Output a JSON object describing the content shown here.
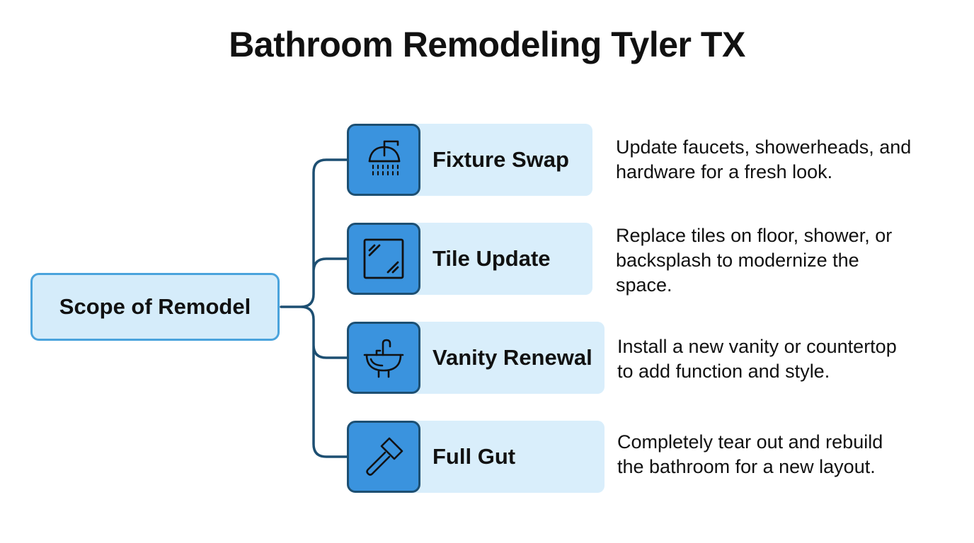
{
  "title": "Bathroom Remodeling Tyler TX",
  "root": {
    "label": "Scope of Remodel"
  },
  "colors": {
    "connector": "#1d4f72",
    "icon_fill": "#3a93de",
    "icon_border": "#1d4f72",
    "label_bg": "#d9eefb",
    "root_bg": "#d5ecfa",
    "root_border": "#4aa3dc"
  },
  "branches": [
    {
      "icon": "shower-head-icon",
      "label": "Fixture Swap",
      "description_lines": [
        "Update faucets, showerheads, and",
        "hardware for a fresh look."
      ]
    },
    {
      "icon": "tile-icon",
      "label": "Tile Update",
      "description_lines": [
        "Replace tiles on floor, shower, or",
        "backsplash to modernize the",
        "space."
      ]
    },
    {
      "icon": "sink-faucet-icon",
      "label": "Vanity Renewal",
      "description_lines": [
        "Install a new vanity or countertop",
        "to add function and style."
      ]
    },
    {
      "icon": "sledgehammer-icon",
      "label": "Full Gut",
      "description_lines": [
        "Completely tear out and rebuild",
        "the bathroom for a new layout."
      ]
    }
  ]
}
